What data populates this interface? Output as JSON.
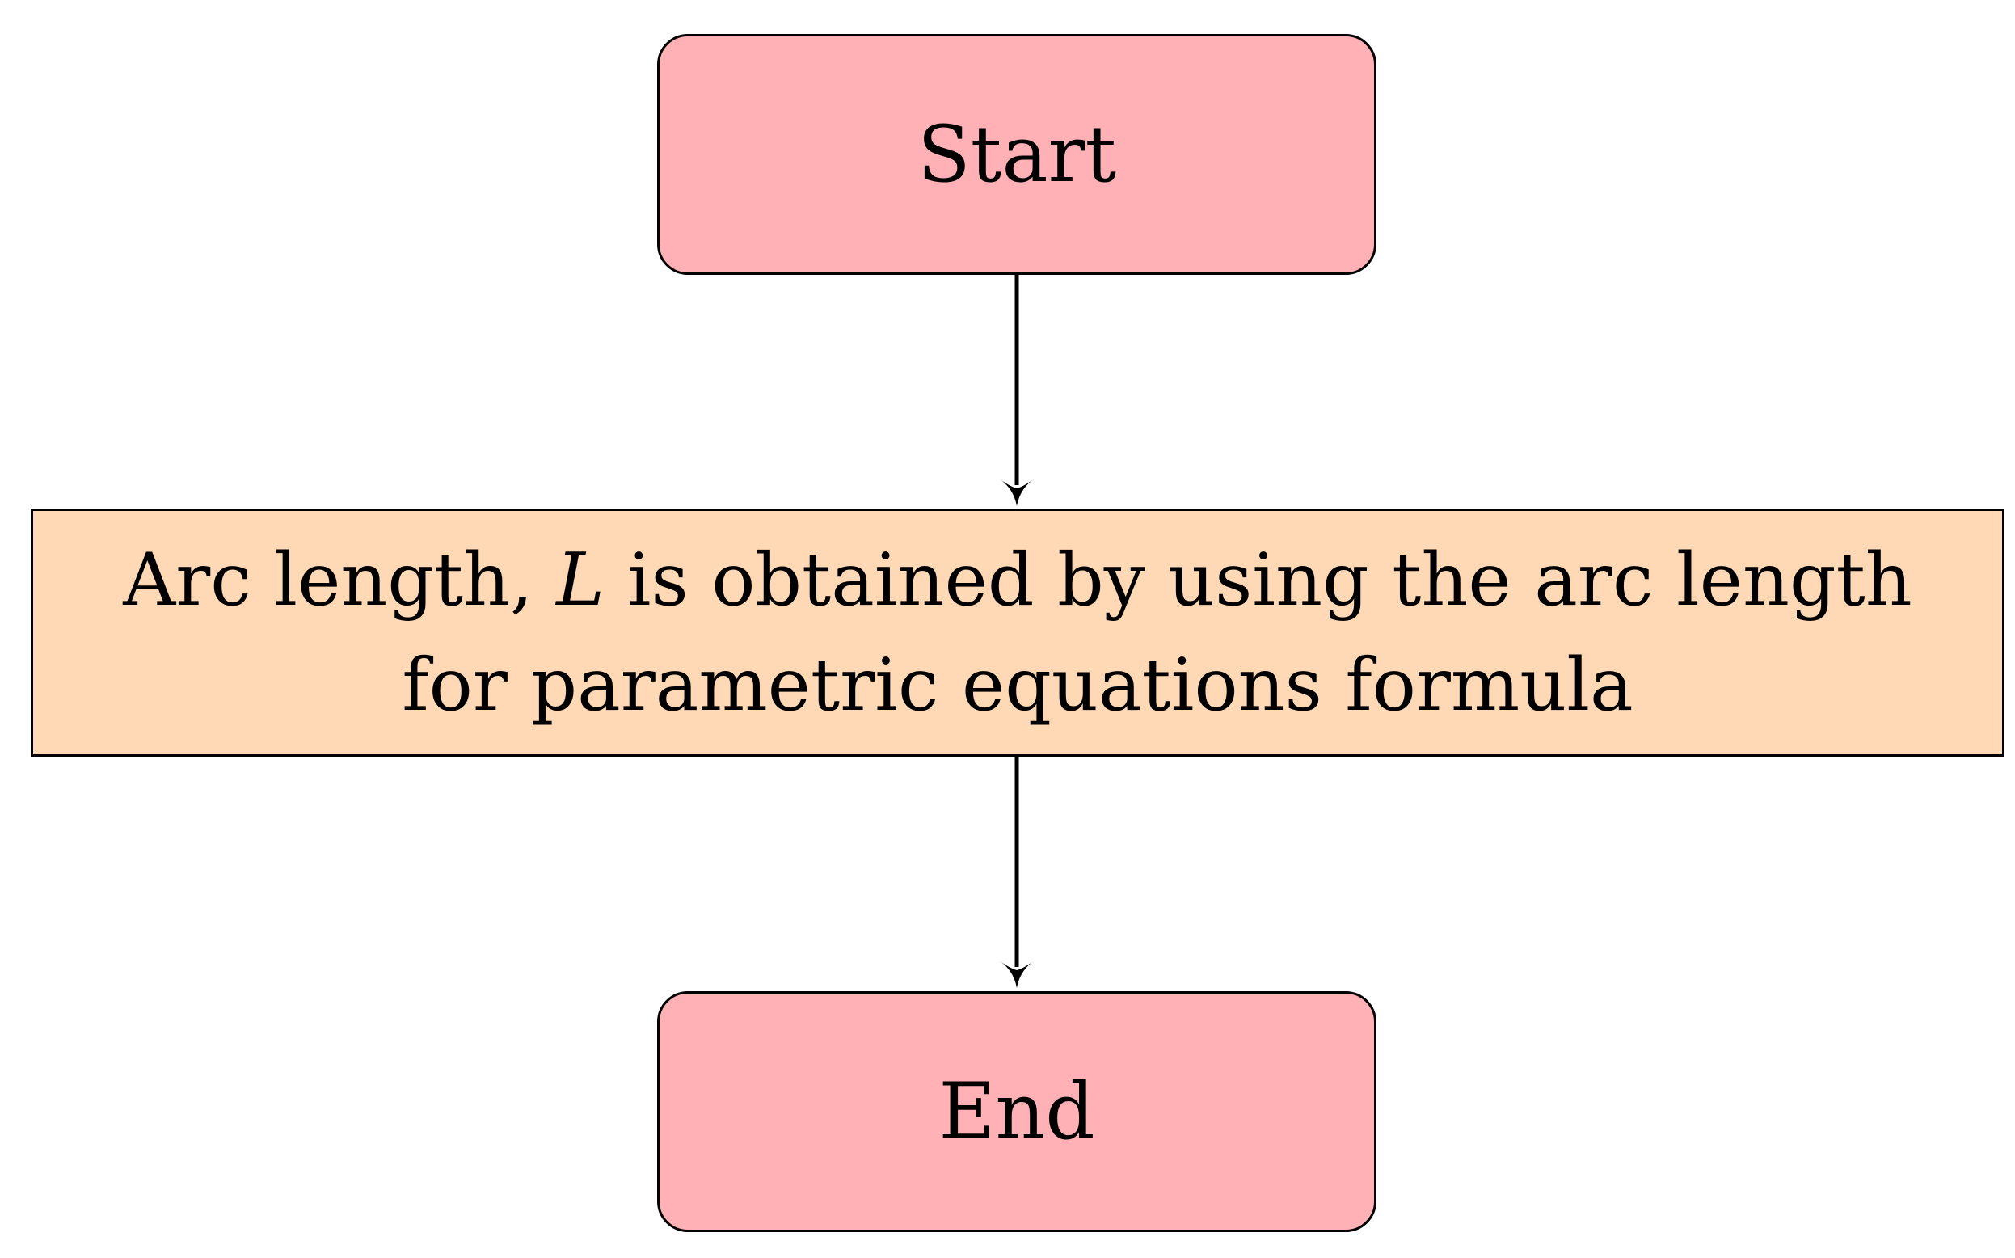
{
  "colors": {
    "terminal_fill": "#FFB1B5",
    "process_fill": "#FFD8B5",
    "border": "#000000",
    "connector": "#000000"
  },
  "nodes": {
    "start": {
      "shape": "rounded-rectangle",
      "label": "Start"
    },
    "process": {
      "shape": "rectangle",
      "label_before_variable": "Arc length, ",
      "variable": "L",
      "label_after_variable": " is obtained by using the arc length for parametric equations formula"
    },
    "end": {
      "shape": "rounded-rectangle",
      "label": "End"
    }
  },
  "edges": [
    {
      "from": "start",
      "to": "process"
    },
    {
      "from": "process",
      "to": "end"
    }
  ]
}
